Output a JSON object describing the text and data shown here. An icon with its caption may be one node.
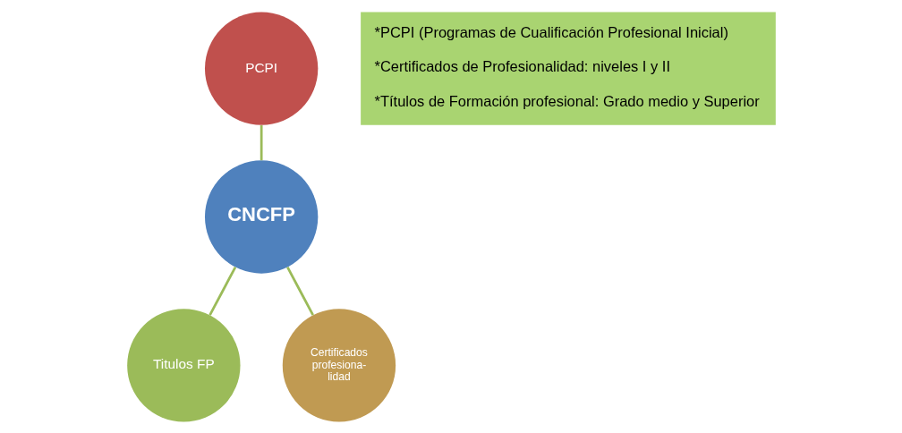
{
  "diagram": {
    "nodes": [
      {
        "text": [
          "CNCFP"
        ]
      },
      {
        "text": [
          "PCPI"
        ]
      },
      {
        "text": [
          "Titulos FP"
        ]
      },
      {
        "text": [
          "Certificados profesiona- lidad"
        ]
      },
      {
        "text": [
          "*PCPI (Programas de Cualificación Profesional Inicial)",
          "*Certificados de Profesionalidad: niveles I y II",
          "*Títulos de Formación profesional: Grado medio y Superior"
        ]
      }
    ],
    "edges": [
      {
        "from": 1,
        "to": 0,
        "arrow": "none"
      },
      {
        "from": 0,
        "to": 2,
        "arrow": "none"
      },
      {
        "from": 0,
        "to": 3,
        "arrow": "none"
      }
    ]
  }
}
